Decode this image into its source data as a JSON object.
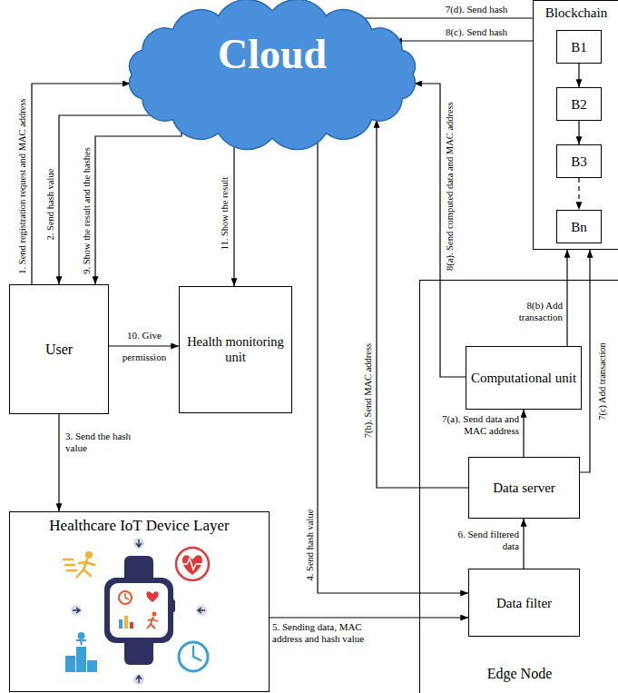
{
  "diagram": {
    "nodes": [
      {
        "text": [
          "Cloud"
        ]
      },
      {
        "text": [
          "Blockchain"
        ]
      },
      {
        "text": [
          "B1"
        ],
        "in": 1
      },
      {
        "text": [
          "B2"
        ],
        "in": 1
      },
      {
        "text": [
          "B3"
        ],
        "in": 1
      },
      {
        "text": [
          "Bn"
        ],
        "in": 1
      },
      {
        "text": [
          "User"
        ]
      },
      {
        "text": [
          "Health monitoring unit"
        ]
      },
      {
        "text": [
          "Healthcare IoT Device Layer"
        ]
      },
      {
        "text": [
          "Edge Node"
        ]
      },
      {
        "text": [
          "Computational unit"
        ],
        "in": 9
      },
      {
        "text": [
          "Data server"
        ],
        "in": 9
      },
      {
        "text": [
          "Data filter"
        ],
        "in": 9
      }
    ],
    "edges": [
      {
        "from": 6,
        "to": 0,
        "label": "1. Send registration request and MAC address",
        "arrow": "to"
      },
      {
        "from": 0,
        "to": 6,
        "label": "2. Send hash value",
        "arrow": "to"
      },
      {
        "from": 6,
        "to": 8,
        "label": "3. Send the hash value",
        "arrow": "to"
      },
      {
        "from": 0,
        "to": 12,
        "label": "4. Send hash value",
        "arrow": "to"
      },
      {
        "from": 8,
        "to": 12,
        "label": "5. Sending data, MAC address and hash value",
        "arrow": "to"
      },
      {
        "from": 12,
        "to": 11,
        "label": "6. Send filtered data",
        "arrow": "to"
      },
      {
        "from": 11,
        "to": 10,
        "label": "7(a). Send data and MAC address",
        "arrow": "to"
      },
      {
        "from": 11,
        "to": 0,
        "label": "7(b). Send MAC address",
        "arrow": "to"
      },
      {
        "from": 11,
        "to": 1,
        "label": "7(c) Add transaction",
        "arrow": "to"
      },
      {
        "from": 1,
        "to": 0,
        "label": "7(d). Send hash",
        "arrow": "to"
      },
      {
        "from": 10,
        "to": 0,
        "label": "8(a). Send computed data and MAC address",
        "arrow": "to"
      },
      {
        "from": 10,
        "to": 1,
        "label": "8(b) Add transaction",
        "arrow": "to"
      },
      {
        "from": 1,
        "to": 0,
        "label": "8(c). Send hash",
        "arrow": "to"
      },
      {
        "from": 0,
        "to": 6,
        "label": "9. Show the result and the hashes",
        "arrow": "to"
      },
      {
        "from": 6,
        "to": 7,
        "label": "10. Give permission",
        "arrow": "to"
      },
      {
        "from": 0,
        "to": 7,
        "label": "11. Show the result",
        "arrow": "to"
      },
      {
        "from": 2,
        "to": 3,
        "arrow": "to"
      },
      {
        "from": 3,
        "to": 4,
        "arrow": "to"
      },
      {
        "from": 4,
        "to": 5,
        "arrow": "to"
      }
    ]
  }
}
